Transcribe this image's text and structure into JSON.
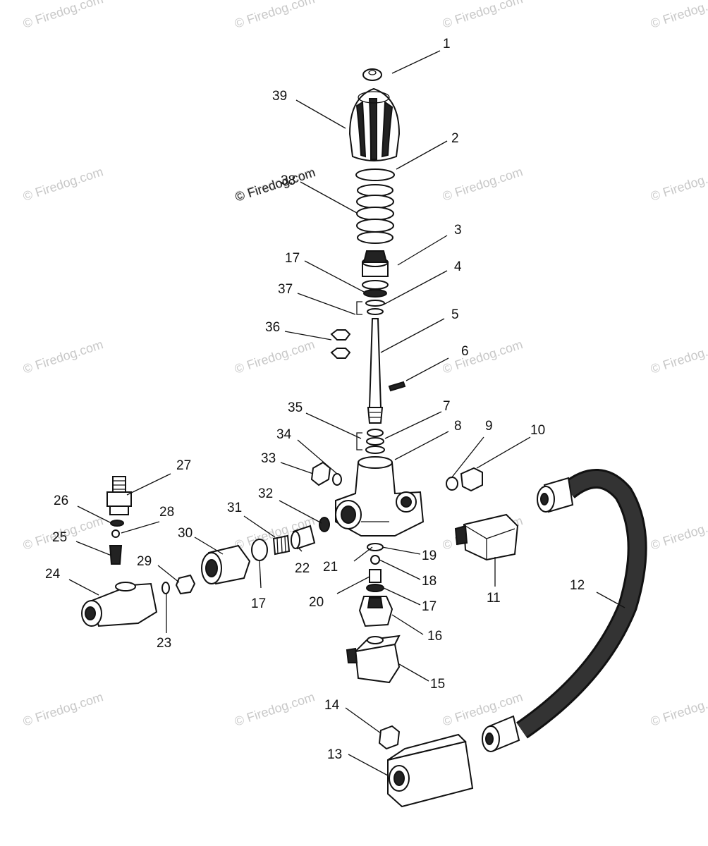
{
  "watermark": "© Firedog.com",
  "callouts": [
    {
      "label": "1"
    },
    {
      "label": "39"
    },
    {
      "label": "2"
    },
    {
      "label": "38"
    },
    {
      "label": "3"
    },
    {
      "label": "17"
    },
    {
      "label": "4"
    },
    {
      "label": "37"
    },
    {
      "label": "5"
    },
    {
      "label": "36"
    },
    {
      "label": "6"
    },
    {
      "label": "35"
    },
    {
      "label": "7"
    },
    {
      "label": "8"
    },
    {
      "label": "34"
    },
    {
      "label": "9"
    },
    {
      "label": "10"
    },
    {
      "label": "33"
    },
    {
      "label": "27"
    },
    {
      "label": "32"
    },
    {
      "label": "26"
    },
    {
      "label": "28"
    },
    {
      "label": "31"
    },
    {
      "label": "30"
    },
    {
      "label": "25"
    },
    {
      "label": "29"
    },
    {
      "label": "24"
    },
    {
      "label": "22"
    },
    {
      "label": "17"
    },
    {
      "label": "21"
    },
    {
      "label": "19"
    },
    {
      "label": "18"
    },
    {
      "label": "20"
    },
    {
      "label": "17"
    },
    {
      "label": "11"
    },
    {
      "label": "12"
    },
    {
      "label": "16"
    },
    {
      "label": "23"
    },
    {
      "label": "15"
    },
    {
      "label": "14"
    },
    {
      "label": "13"
    }
  ]
}
